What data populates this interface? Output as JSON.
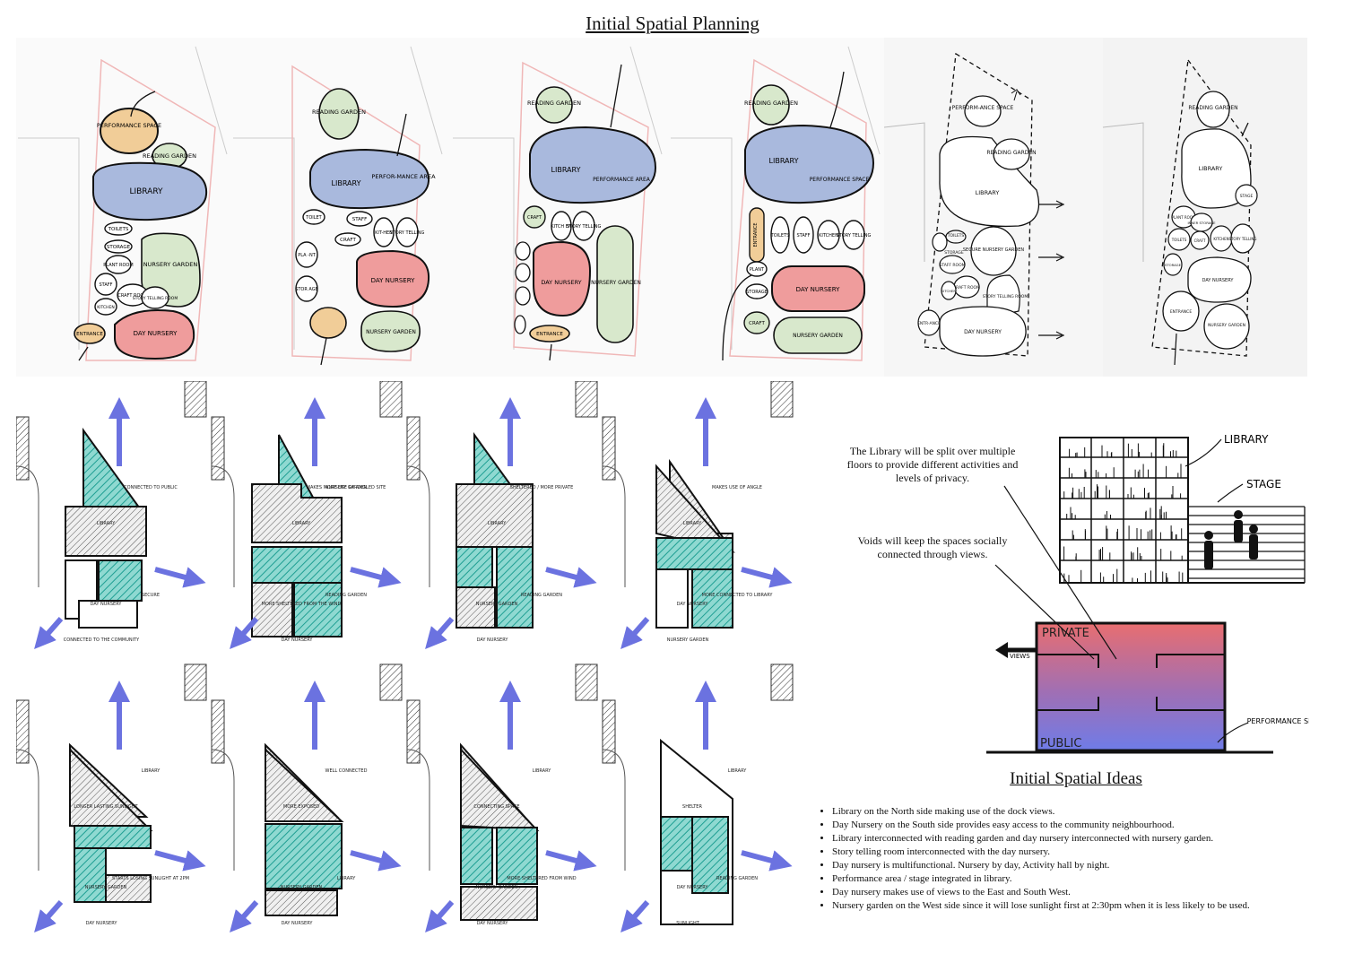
{
  "page": {
    "title": "Initial Spatial Planning",
    "ideas_title": "Initial Spatial Ideas"
  },
  "colors": {
    "library": "#a9b9dd",
    "performance": "#f1cd98",
    "garden": "#d8e8cc",
    "day_nursery": "#ef9c9c",
    "hatch_teal": "#3fbfb2",
    "arrow_blue": "#6b72e0",
    "private_red": "#e86e70",
    "public_blue": "#6f7ce8"
  },
  "bubble_sketches": [
    {
      "labels": {
        "performance": "PERFORMANCE SPACE",
        "reading_garden": "READING GARDEN",
        "library": "LIBRARY",
        "toilets": "TOILETS",
        "storage": "STORAGE",
        "plant_room": "PLANT ROOM",
        "nursery_garden": "NURSERY GARDEN",
        "staff": "STAFF",
        "craft_room": "CRAFT ROOM",
        "story_telling": "STORY TELLING ROOM",
        "kitchen": "KITCHEN",
        "entrance": "ENTRANCE",
        "day_nursery": "DAY NURSERY"
      }
    },
    {
      "labels": {
        "reading_garden": "READING GARDEN",
        "library": "LIBRARY",
        "performance": "PERFOR-MANCE AREA",
        "toilet": "TOILET",
        "staff": "STAFF",
        "kitchen": "KIT-HEN",
        "story_telling": "STORY TELLING",
        "plant": "PLA -NT",
        "craft": "CRAFT",
        "storage": "STOR AGE",
        "day_nursery": "DAY NURSERY",
        "nursery_garden": "NURSERY GARDEN"
      }
    },
    {
      "labels": {
        "reading_garden": "READING GARDEN",
        "library": "LIBRARY",
        "performance": "PERFORMANCE AREA",
        "craft": "CRAFT",
        "kitchen": "KITCH EN",
        "story_telling": "STORY TELLING",
        "day_nursery": "DAY NURSERY",
        "nursery_garden": "NURSERY GARDEN",
        "entrance": "ENTRANCE"
      }
    },
    {
      "labels": {
        "reading_garden": "READING GARDEN",
        "library": "LIBRARY",
        "performance": "PERFORMANCE SPACE",
        "entrance": "ENTRANCE",
        "toilets": "TOILETS",
        "staff": "STAFF",
        "kitchen": "KITCHEN",
        "story_telling": "STORY TELLING",
        "plant": "PLANT",
        "storage": "STORAGE",
        "day_nursery": "DAY NURSERY",
        "craft": "CRAFT",
        "nursery_garden": "NURSERY GARDEN"
      }
    },
    {
      "labels": {
        "performance": "PERFORM-ANCE SPACE",
        "reading_garden": "READING GARDEN",
        "library": "LIBRARY",
        "secure_garden": "SECURE NURSERY GARDEN",
        "toilets": "TOILETS",
        "storage": "STORAGE",
        "staff_room": "STAFF ROOM",
        "craft_room": "CRAFT ROOM",
        "kitchen": "KITCHEN",
        "story_telling": "STORY TELLING ROOM",
        "entrance": "ENTR-ANCE",
        "day_nursery": "DAY NURSERY"
      }
    },
    {
      "labels": {
        "reading_garden": "READING GARDEN",
        "library": "LIBRARY",
        "stage": "STAGE",
        "plant_room": "PLANT ROOM",
        "toilets": "TOILETS",
        "inner_storage": "INNER STORAGE",
        "craft": "CRAFT",
        "kitchen": "KITCHEN",
        "story_telling": "STORY TELLING",
        "storage": "STORAGE",
        "day_nursery": "DAY NURSERY",
        "entrance": "ENTRANCE",
        "nursery_garden": "NURSERY GARDEN"
      }
    }
  ],
  "zoning_sketches": [
    {
      "notes": [
        "CONNECTED TO PUBLIC",
        "LIBRARY",
        "SECURE",
        "DAY NURSERY",
        "CONNECTED TO THE COMMUNITY"
      ]
    },
    {
      "notes": [
        "MAKES MORE USE OF ANGLED SITE",
        "LIBRARY",
        "READING GARDEN",
        "MORE SHELTERED FROM THE WIND",
        "DAY NURSERY",
        "NURSERY GARDEN"
      ]
    },
    {
      "notes": [
        "SHELTERED / MORE PRIVATE",
        "LIBRARY",
        "READING GARDEN",
        "NURSERY GARDEN",
        "DAY NURSERY"
      ]
    },
    {
      "notes": [
        "MAKES USE OF ANGLE",
        "LIBRARY",
        "MORE CONNECTED TO LIBRARY",
        "DAY NURSERY",
        "NURSERY GARDEN"
      ]
    },
    {
      "notes": [
        "LIBRARY",
        "LONGER LASTING SUNLIGHT",
        "STARTS LOSING SUNLIGHT AT 2PM",
        "NURSERY GARDEN",
        "DAY NURSERY"
      ]
    },
    {
      "notes": [
        "WELL CONNECTED",
        "MORE EXPOSED",
        "LIBRARY",
        "NURSERY GARDEN",
        "DAY NURSERY"
      ]
    },
    {
      "notes": [
        "LIBRARY",
        "CONNECTING SPACE",
        "MORE SHELTERED FROM WIND",
        "NURSERY GARDEN",
        "DAY NURSERY"
      ]
    },
    {
      "notes": [
        "LIBRARY",
        "SHELTER",
        "READING GARDEN",
        "DAY NURSERY",
        "SUNLIGHT"
      ]
    }
  ],
  "section_diagram": {
    "caption_library": "The Library will be split over multiple floors to provide different activities and levels of privacy.",
    "caption_voids": "Voids will keep the spaces socially connected through views.",
    "label_library": "LIBRARY",
    "label_stage": "STAGE",
    "label_private": "PRIVATE",
    "label_public": "PUBLIC",
    "label_views": "VIEWS",
    "label_performance": "PERFORMANCE SPACE"
  },
  "ideas": [
    "Library on the North side making use of the dock views.",
    "Day Nursery on the South side provides easy access to the community neighbourhood.",
    "Library interconnected with reading garden and day nursery interconnected with nursery garden.",
    "Story telling room interconnected with the day nursery.",
    "Day nursery is multifunctional. Nursery by day, Activity hall by night.",
    "Performance area / stage integrated in library.",
    "Day nursery makes use of views to the East and South West.",
    "Nursery garden on the West side since it will lose sunlight first at 2:30pm when it is less likely to be used."
  ]
}
